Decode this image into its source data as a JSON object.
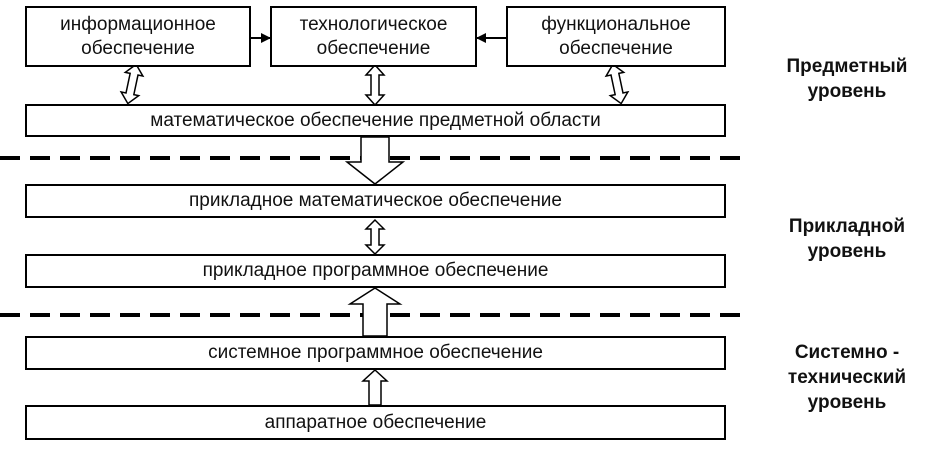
{
  "boxes": {
    "informational": [
      "информационное",
      "обеспечение"
    ],
    "technological": [
      "технологическое",
      "обеспечение"
    ],
    "functional": [
      "функциональное",
      "обеспечение"
    ],
    "math_subject": "математическое обеспечение предметной области",
    "applied_math": "прикладное математическое обеспечение",
    "applied_software": "прикладное программное обеспечение",
    "system_software": "системное программное обеспечение",
    "hardware": "аппаратное обеспечение"
  },
  "levels": {
    "subject": [
      "Предметный",
      "уровень"
    ],
    "applied": [
      "Прикладной",
      "уровень"
    ],
    "system": [
      "Системно -",
      "технический",
      "уровень"
    ]
  }
}
